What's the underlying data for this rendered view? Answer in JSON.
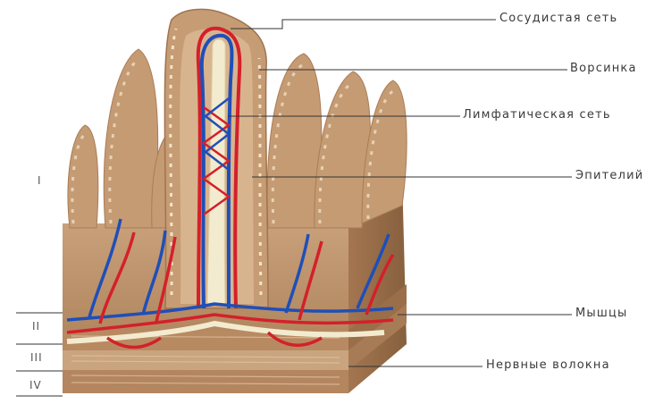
{
  "labels": {
    "vascular_network": "Сосудистая сеть",
    "villus": "Ворсинка",
    "lymphatic_network": "Лимфатическая сеть",
    "epithelium": "Эпителий",
    "muscles": "Мышцы",
    "nerve_fibers": "Нервные волокна"
  },
  "layers": {
    "l1": "I",
    "l2": "II",
    "l3": "III",
    "l4": "IV"
  },
  "colors": {
    "tissue": "#c49a73",
    "tissue_dark": "#9c6f49",
    "artery": "#d4202a",
    "vein": "#1f4fb8",
    "lymph": "#f3ebcf",
    "leader": "#333333"
  }
}
